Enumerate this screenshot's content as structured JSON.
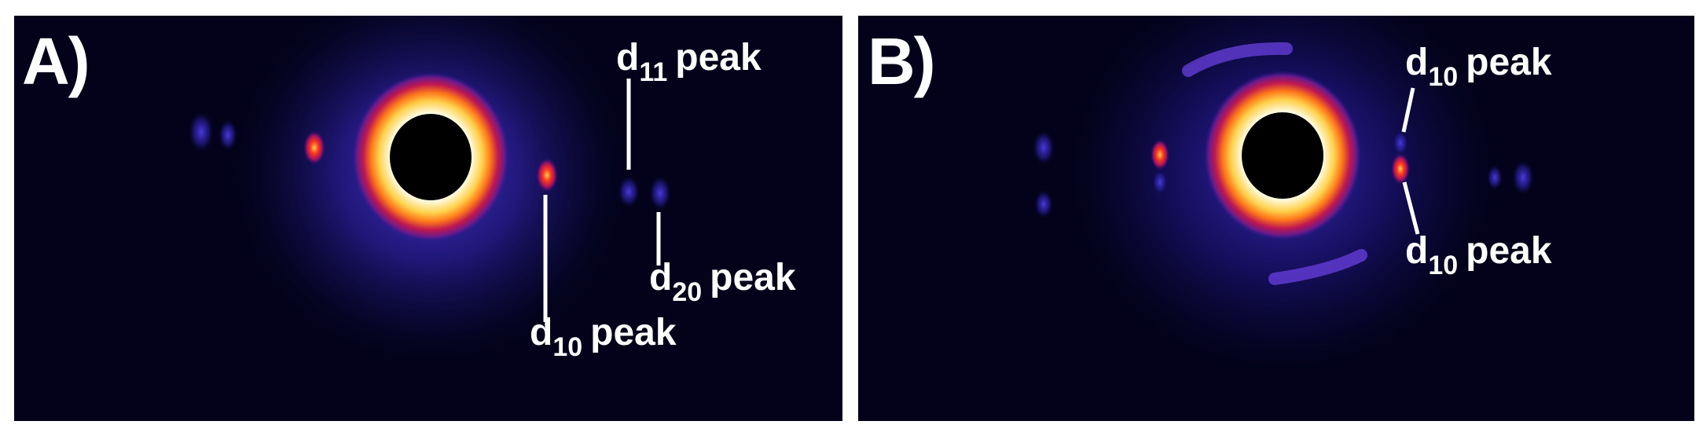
{
  "panels": [
    {
      "label": "A)",
      "peaks": [
        {
          "prefix": "d",
          "index": "11",
          "suffix": "peak"
        },
        {
          "prefix": "d",
          "index": "20",
          "suffix": "peak"
        },
        {
          "prefix": "d",
          "index": "10",
          "suffix": "peak"
        }
      ]
    },
    {
      "label": "B)",
      "peaks": [
        {
          "prefix": "d",
          "index": "10",
          "suffix": "peak"
        },
        {
          "prefix": "d",
          "index": "10",
          "suffix": "peak"
        }
      ]
    }
  ],
  "colors": {
    "background": "#03021a",
    "halo": "#2a1fa8",
    "ring_outer": "#c41f4e",
    "ring_mid": "#ff8a1a",
    "ring_inner": "#fff6c8",
    "beamstop": "#000000",
    "annotation": "#ffffff"
  }
}
